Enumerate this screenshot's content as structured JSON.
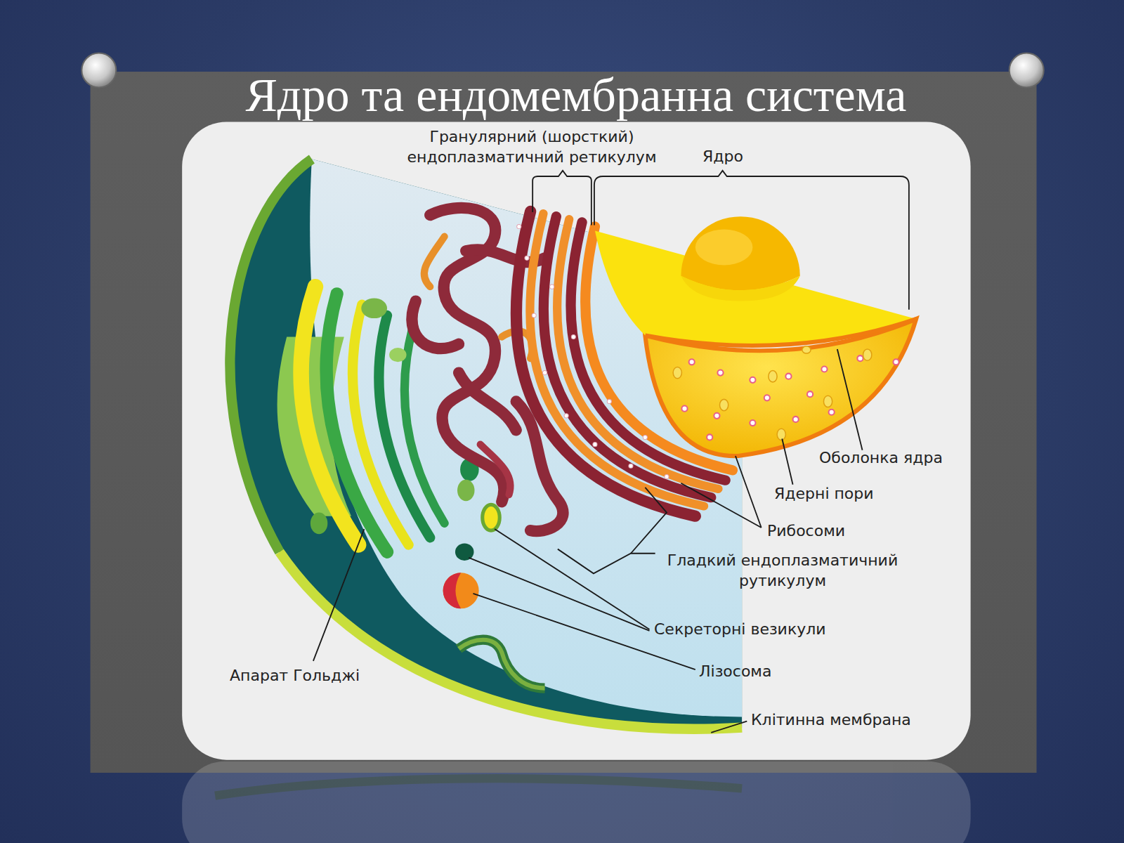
{
  "diagram": {
    "title": "Ядро та ендомембранна система",
    "labels": [
      "Гранулярний (шорсткий) ендоплазматичний ретикулум",
      "Ядро",
      "Оболонка ядра",
      "Ядерні пори",
      "Рибосоми",
      "Гладкий ендоплазматичний рутикулум",
      "Секреторні везикули",
      "Лізосома",
      "Апарат Гольджі",
      "Клітинна мембрана"
    ]
  }
}
